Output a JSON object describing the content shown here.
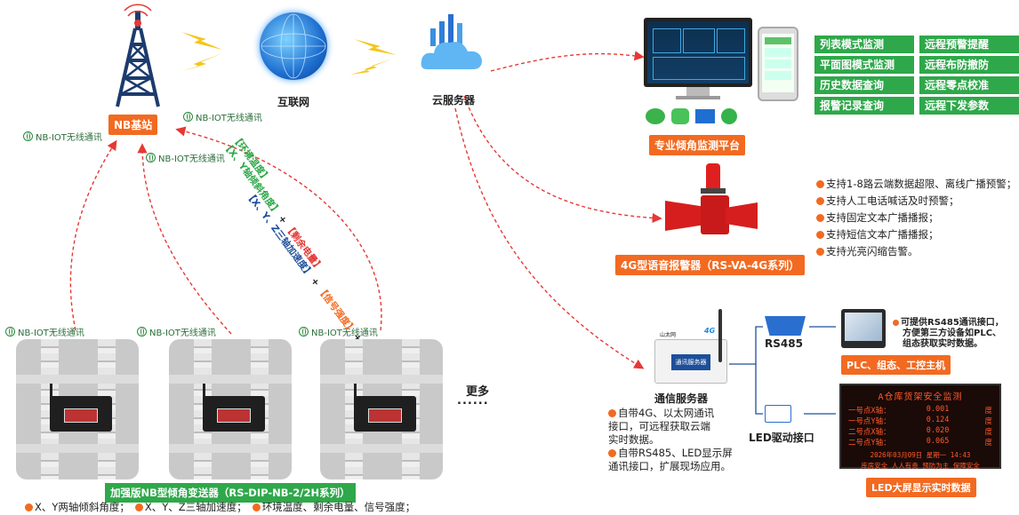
{
  "top": {
    "internet_label": "互联网",
    "cloud_label": "云服务器",
    "nb_station": "NB基站"
  },
  "nb_iot_labels": [
    "NB-IOT无线通讯",
    "NB-IOT无线通讯",
    "NB-IOT无线通讯",
    "NB-IOT无线通讯",
    "NB-IOT无线通讯",
    "NB-IOT无线通讯"
  ],
  "diag_text": {
    "part1": "【环境温度】",
    "part2": "【X、Y轴倾斜角度】",
    "plus1": "+",
    "part3": "【剩余电量】",
    "part4": "【X、Y、Z三轴加速度】",
    "plus2": "+",
    "part5": "【信号强度】",
    "plus3": "+"
  },
  "platform": {
    "label": "专业倾角监测平台",
    "features": [
      "列表模式监测",
      "远程预警提醒",
      "平面图模式监测",
      "远程布防撤防",
      "历史数据查询",
      "远程零点校准",
      "报警记录查询",
      "远程下发参数"
    ]
  },
  "alarm": {
    "label": "4G型语音报警器（RS-VA-4G系列）",
    "bullets": [
      "支持1-8路云端数据超限、离线广播预警；",
      "支持人工电话喊话及时预警；",
      "支持固定文本广播播报；",
      "支持短信文本广播播报；",
      "支持光亮闪缩告警。"
    ]
  },
  "comm": {
    "title": "通信服务器",
    "bullet1_lines": [
      "自带4G、以太网通讯",
      "接口，可远程获取云端",
      "实时数据。"
    ],
    "bullet2_lines": [
      "自带RS485、LED显示屏",
      "通讯接口，扩展现场应用。"
    ],
    "device_title": "通讯服务器",
    "brand": "山太网",
    "g4": "4G"
  },
  "rs485": {
    "label": "RS485",
    "note_lines": [
      "可提供RS485通讯接口，",
      "方便第三方设备如PLC、",
      "组态获取实时数据。"
    ],
    "host_label": "PLC、组态、工控主机"
  },
  "led": {
    "driver_label": "LED驱动接口",
    "title": "A仓库货架安全监测",
    "rows": [
      {
        "name": "一号点X轴：",
        "value": "0.001",
        "unit": "度"
      },
      {
        "name": "一号点Y轴：",
        "value": "0.124",
        "unit": "度"
      },
      {
        "name": "二号点X轴：",
        "value": "0.020",
        "unit": "度"
      },
      {
        "name": "二号点Y轴：",
        "value": "0.065",
        "unit": "度"
      }
    ],
    "date_line": "2026年03月09日 星期一 14:43",
    "slogan": "库房安全 人人有责 预防为主 保障安全",
    "label": "LED大屏显示实时数据"
  },
  "more": {
    "label": "更多",
    "dots": "......"
  },
  "transmitter": {
    "label": "加强版NB型倾角变送器（RS-DIP-NB-2/2H系列）",
    "bullets": [
      "X、Y两轴倾斜角度；",
      "X、Y、Z三轴加速度；",
      "环境温度、剩余电量、信号强度；"
    ]
  },
  "colors": {
    "orange": "#f26a21",
    "green": "#2ea84a",
    "arrow_red": "#e53935",
    "lightning": "#f5c518"
  }
}
